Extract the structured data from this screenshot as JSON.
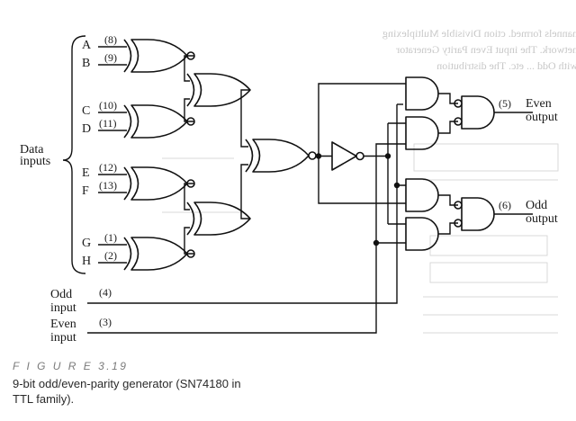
{
  "figure": {
    "label": "F I G U R E   3.19",
    "caption": "9-bit odd/even-parity generator (SN74180 in TTL family)."
  },
  "inputs": {
    "group_label": "Data\ninputs",
    "names": [
      "A",
      "B",
      "C",
      "D",
      "E",
      "F",
      "G",
      "H"
    ],
    "pins": [
      "(8)",
      "(9)",
      "(10)",
      "(11)",
      "(12)",
      "(13)",
      "(1)",
      "(2)"
    ]
  },
  "control": {
    "odd_label": "Odd\ninput",
    "odd_pin": "(4)",
    "even_label": "Even\ninput",
    "even_pin": "(3)"
  },
  "outputs": {
    "even_label": "Even\noutput",
    "even_pin": "(5)",
    "odd_label": "Odd\noutput",
    "odd_pin": "(6)"
  },
  "background_text": "hannels formed.  ction Divisible Multiplexing\nnetwork. The input Even Parity Generator\nwith Odd ... etc. The distribution"
}
